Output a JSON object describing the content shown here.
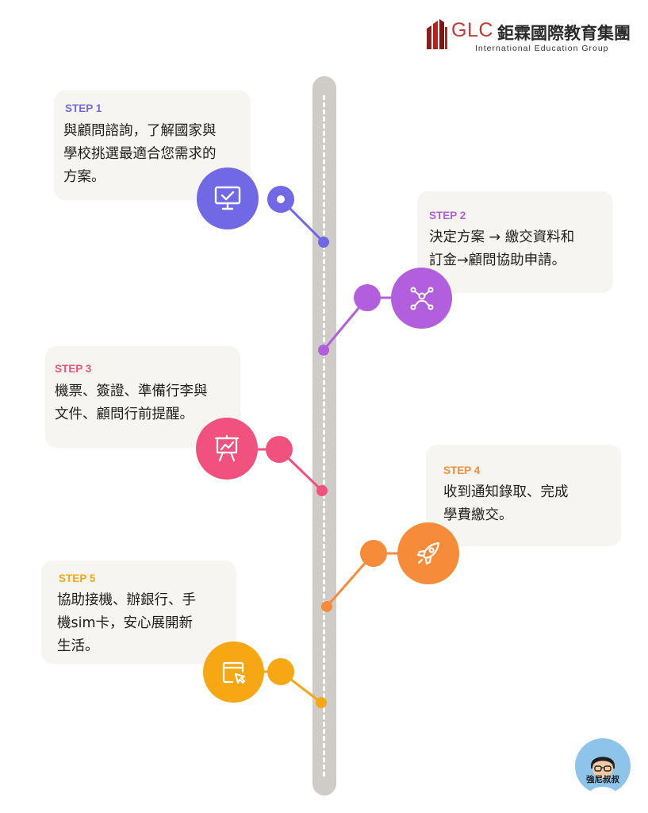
{
  "brand": {
    "glc": "GLC",
    "name_cn": "鉅霖國際教育集團",
    "name_en": "International Education Group",
    "color": "#c23a33"
  },
  "steps": [
    {
      "label": "STEP 1",
      "lines": [
        "與顧問諮詢，了解國家與",
        "學校挑選最適合您需求的",
        "方案。"
      ],
      "color": "#7068e4",
      "icon": "monitor-check-icon"
    },
    {
      "label": "STEP 2",
      "lines": [
        "決定方案 → 繳交資料和",
        "訂金→顧問協助申請。"
      ],
      "color": "#b15fdc",
      "icon": "network-people-icon"
    },
    {
      "label": "STEP 3",
      "lines": [
        "機票、簽證、準備行李與",
        "文件、顧問行前提醒。"
      ],
      "color": "#f0527d",
      "icon": "presentation-board-icon"
    },
    {
      "label": "STEP 4",
      "lines": [
        "收到通知錄取、完成",
        "學費繳交。"
      ],
      "color": "#f68b3a",
      "icon": "rocket-icon"
    },
    {
      "label": "STEP 5",
      "lines": [
        "協助接機、辦銀行、手",
        "機sim卡，安心展開新",
        "生活。"
      ],
      "color": "#f7a614",
      "icon": "browser-cursor-icon"
    }
  ],
  "avatar": {
    "label": "強尼叔叔"
  }
}
